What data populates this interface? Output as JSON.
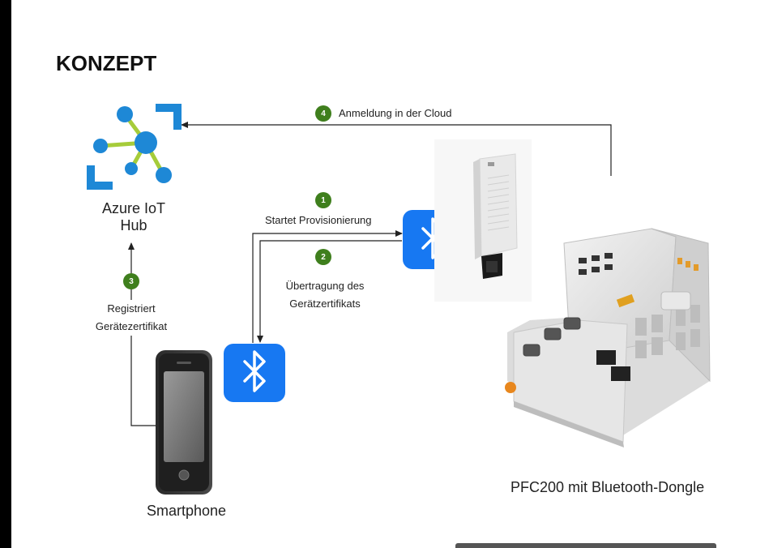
{
  "title": "KONZEPT",
  "nodes": {
    "iot_hub": {
      "label_line1": "Azure IoT",
      "label_line2": "Hub",
      "icon": "azure-iot-hub-icon"
    },
    "smartphone": {
      "label": "Smartphone",
      "icon": "smartphone-icon"
    },
    "pfc": {
      "label": "PFC200 mit Bluetooth-Dongle",
      "icon": "plc-controller-icon"
    },
    "bluetooth_phone": {
      "icon": "bluetooth-icon"
    },
    "bluetooth_dongle": {
      "icon": "bluetooth-icon"
    },
    "dongle": {
      "icon": "bluetooth-dongle-icon"
    }
  },
  "steps": [
    {
      "number": "1",
      "label": "Startet Provisionierung"
    },
    {
      "number": "2",
      "label_line1": "Übertragung des",
      "label_line2": "Gerätzertifikats"
    },
    {
      "number": "3",
      "label_line1": "Registriert",
      "label_line2": "Gerätezertifikat"
    },
    {
      "number": "4",
      "label": "Anmeldung in der Cloud"
    }
  ],
  "colors": {
    "step_badge": "#3f7f1d",
    "azure_blue": "#1e88d6",
    "azure_green": "#a6cc3a",
    "bluetooth_blue": "#1778f2"
  }
}
